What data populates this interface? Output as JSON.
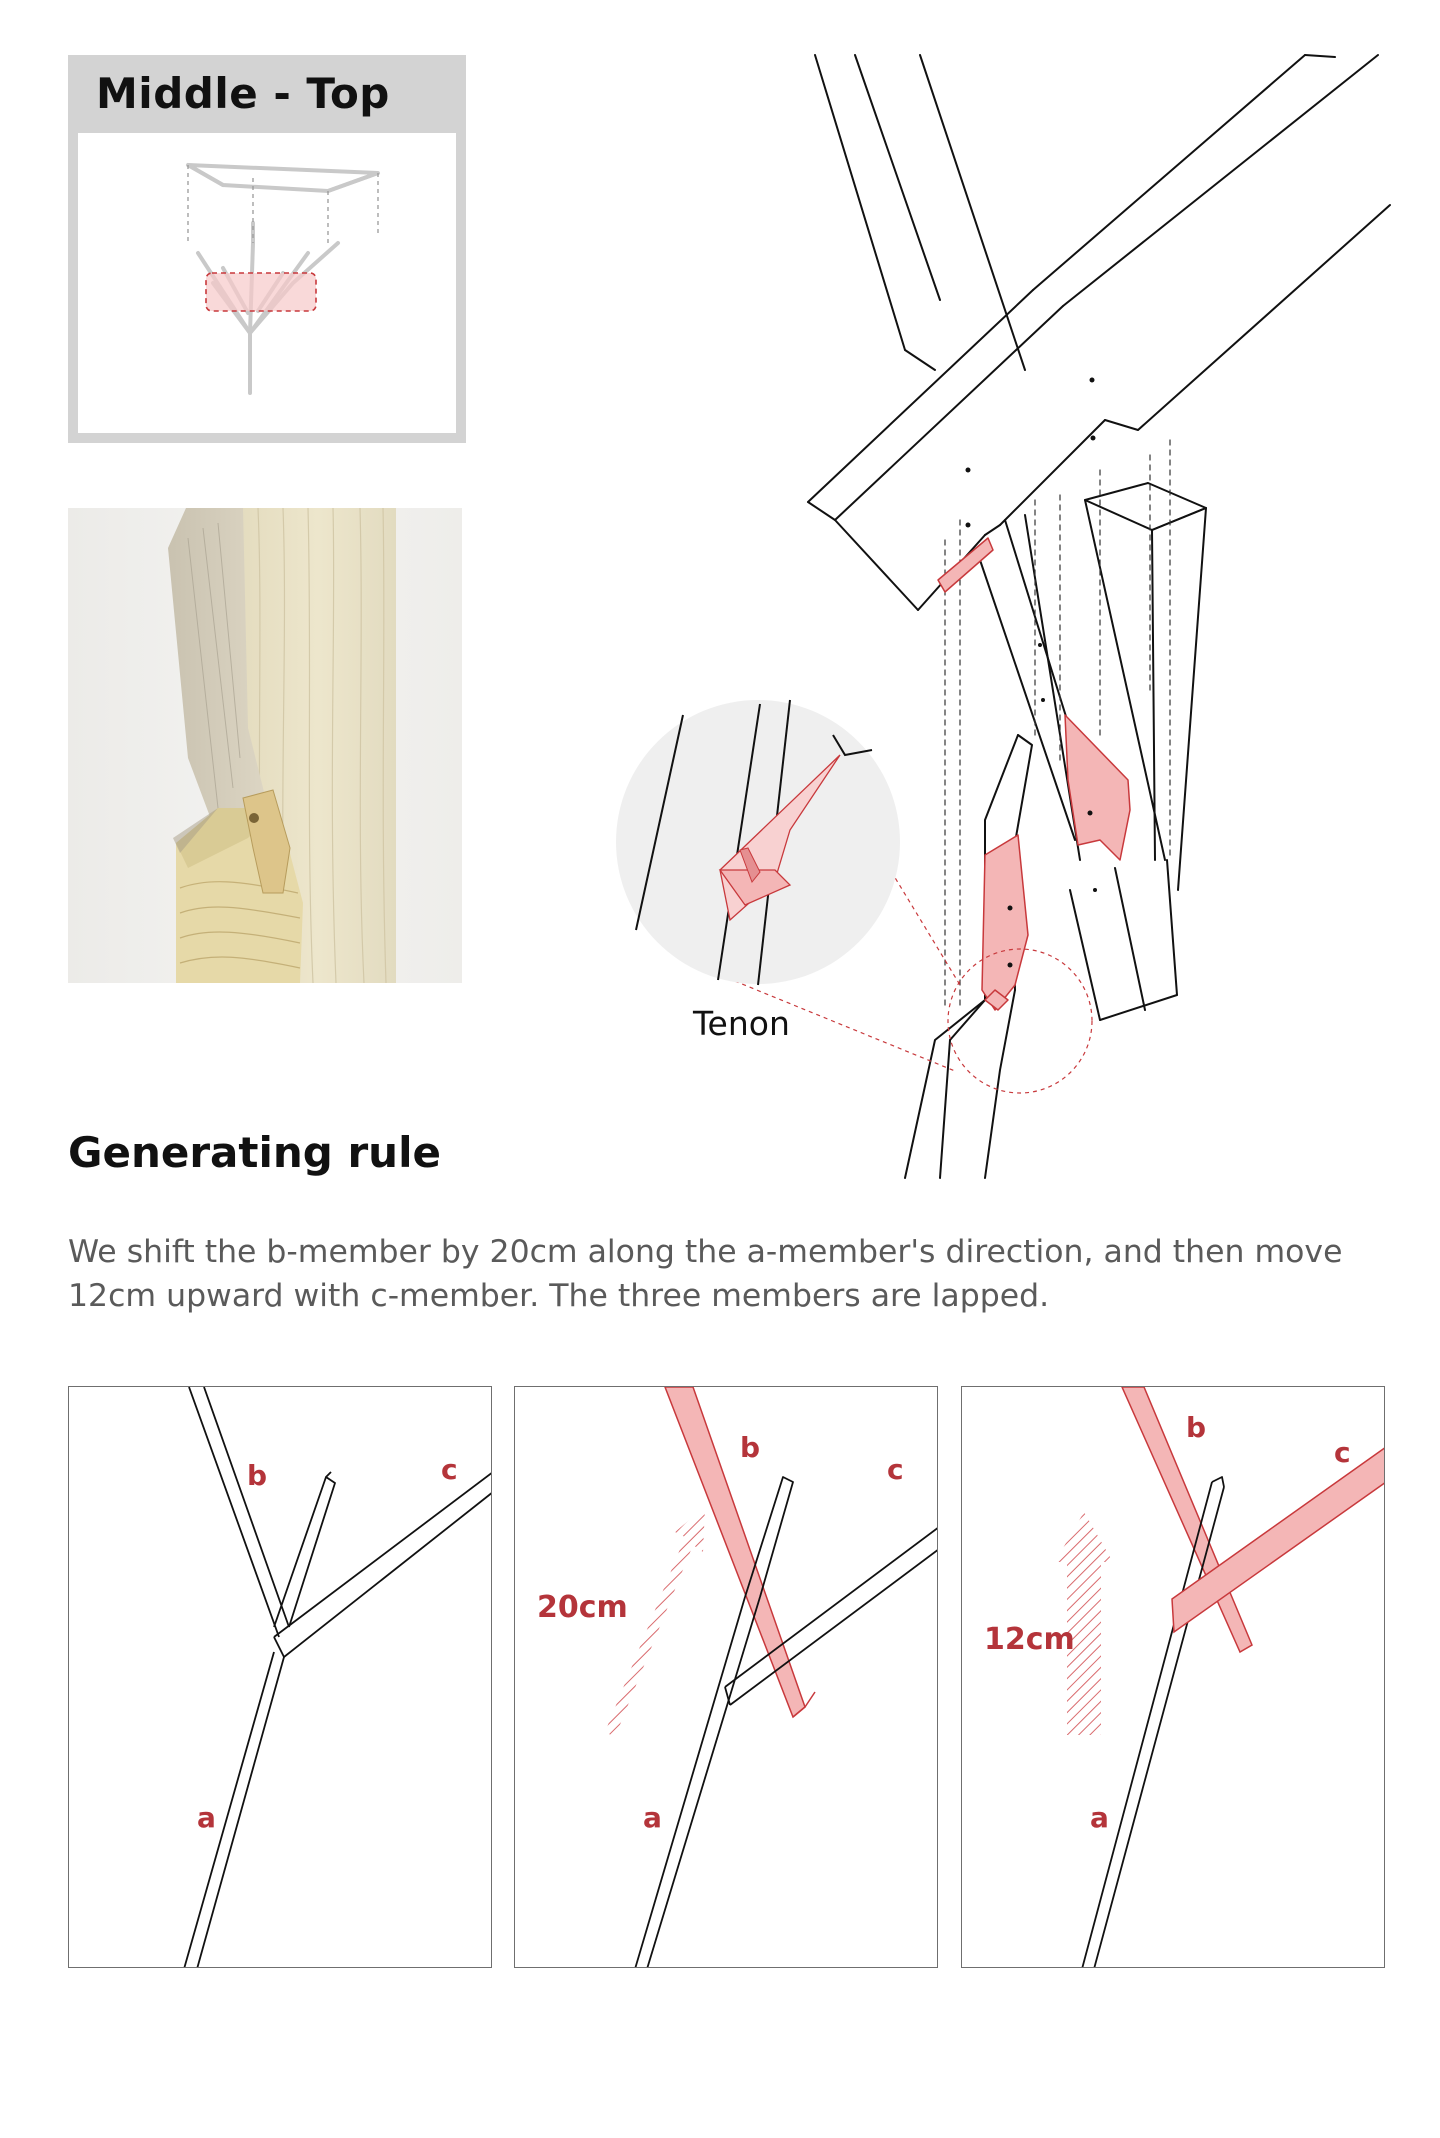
{
  "keyplan": {
    "title": "Middle - Top"
  },
  "callout": {
    "label": "Tenon"
  },
  "rule": {
    "heading": "Generating rule",
    "text_line1": "We shift the b-member by 20cm along the a-member's direction, and then move",
    "text_line2": "12cm upward  with c-member. The three members are lapped."
  },
  "panels": [
    {
      "labels": {
        "a": "a",
        "b": "b",
        "c": "c"
      }
    },
    {
      "labels": {
        "a": "a",
        "b": "b",
        "c": "c"
      },
      "shift": "20cm"
    },
    {
      "labels": {
        "a": "a",
        "b": "b",
        "c": "c"
      },
      "shift": "12cm"
    }
  ],
  "colors": {
    "highlight_fill": "#f4b6b6",
    "highlight_stroke": "#c8393c",
    "label_red": "#b4343a",
    "line": "#111111",
    "card_gray": "#d3d3d3",
    "body_text": "#5a5a5a"
  }
}
